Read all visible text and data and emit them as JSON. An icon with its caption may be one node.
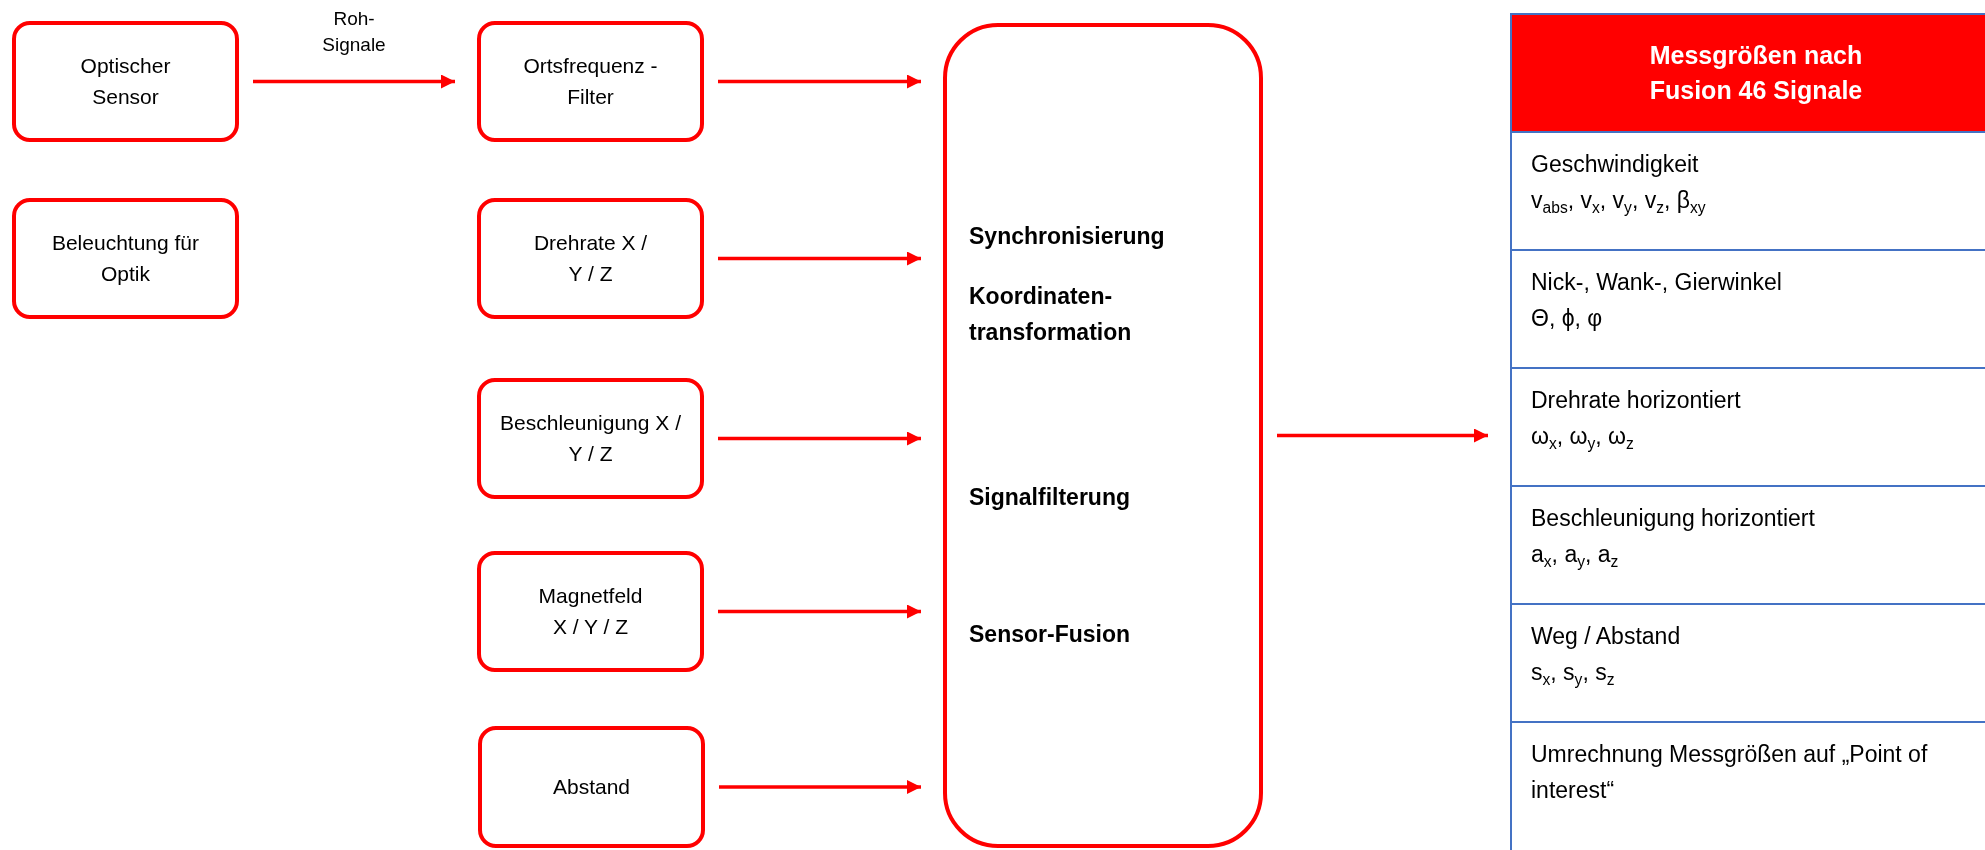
{
  "diagram": {
    "nodes": [
      {
        "text": [
          "Optischer Sensor"
        ]
      },
      {
        "text": [
          "Beleuchtung für Optik"
        ]
      },
      {
        "text": [
          "Ortsfrequenz - Filter"
        ]
      },
      {
        "text": [
          "Drehrate X / Y / Z"
        ]
      },
      {
        "text": [
          "Beschleunigung X / Y / Z"
        ]
      },
      {
        "text": [
          "Magnetfeld X / Y / Z"
        ]
      },
      {
        "text": [
          "Abstand"
        ]
      },
      {
        "text": [
          "Synchronisierung",
          "Koordinaten- transformation",
          "Signalfilterung",
          "Sensor-Fusion"
        ]
      },
      {
        "text": [
          "Messgrößen nach Fusion 46 Signale"
        ]
      },
      {
        "text": [
          "Geschwindigkeit",
          "v$_{abs}$, v$_{x}$, v$_{y}$, v$_{z}$, β$_{xy}$"
        ],
        "in": 8
      },
      {
        "text": [
          "Nick-, Wank-, Gierwinkel",
          "Θ, ϕ, φ"
        ],
        "in": 8
      },
      {
        "text": [
          "Drehrate horizontiert",
          "ω$_{x}$, ω$_{y}$, ω$_{z}$"
        ],
        "in": 8
      },
      {
        "text": [
          "Beschleunigung horizontiert",
          "a$_{x}$, a$_{y}$, a$_{z}$"
        ],
        "in": 8
      },
      {
        "text": [
          "Weg / Abstand",
          "s$_{x}$, s$_{y}$, s$_{z}$"
        ],
        "in": 8
      },
      {
        "text": [
          "Umrechnung Messgrößen auf „Point of interest“"
        ],
        "in": 8
      }
    ],
    "edges": [
      {
        "from": 0,
        "to": 2,
        "arrow": "to",
        "label": "Roh- Signale"
      },
      {
        "from": 2,
        "to": 7,
        "arrow": "to"
      },
      {
        "from": 3,
        "to": 7,
        "arrow": "to"
      },
      {
        "from": 4,
        "to": 7,
        "arrow": "to"
      },
      {
        "from": 5,
        "to": 7,
        "arrow": "to"
      },
      {
        "from": 6,
        "to": 7,
        "arrow": "to"
      },
      {
        "from": 7,
        "to": 8,
        "arrow": "to"
      }
    ]
  }
}
